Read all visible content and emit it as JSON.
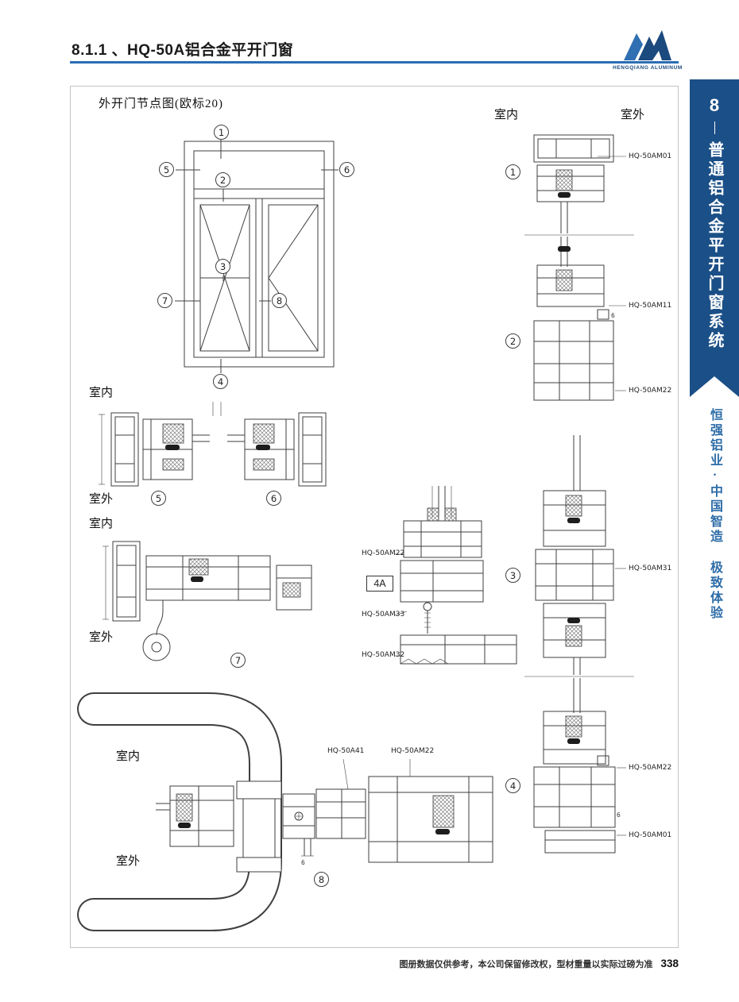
{
  "header": {
    "title": "8.1.1 、HQ-50A铝合金平开门窗",
    "logo_text": "HENGQIANG ALUMINUM"
  },
  "sidebar": {
    "chapter": "8",
    "series": "普通铝合金平开门窗系统",
    "slogan": "恒强铝业·中国智造 极致体验"
  },
  "labels": {
    "elevation_title": "外开门节点图(欧标20)",
    "indoor": "室内",
    "outdoor": "室外",
    "detail_box": "4A",
    "glass_gap": "6"
  },
  "callouts": {
    "n1": "1",
    "n2": "2",
    "n3": "3",
    "n4": "4",
    "n5": "5",
    "n6": "6",
    "n7": "7",
    "n8": "8"
  },
  "parts": {
    "am01": "HQ-50AM01",
    "am11": "HQ-50AM11",
    "am22": "HQ-50AM22",
    "am31": "HQ-50AM31",
    "am32": "HQ-50AM32",
    "am33": "HQ-50AM33",
    "a41": "HQ-50A41"
  },
  "footer": {
    "note": "图册数据仅供参考，本公司保留修改权，型材重量以实际过磅为准",
    "page": "338"
  },
  "colors": {
    "accent_blue": "#2a6db4",
    "sidebar_navy": "#1b4f87",
    "slogan_blue": "#2e6da8"
  }
}
